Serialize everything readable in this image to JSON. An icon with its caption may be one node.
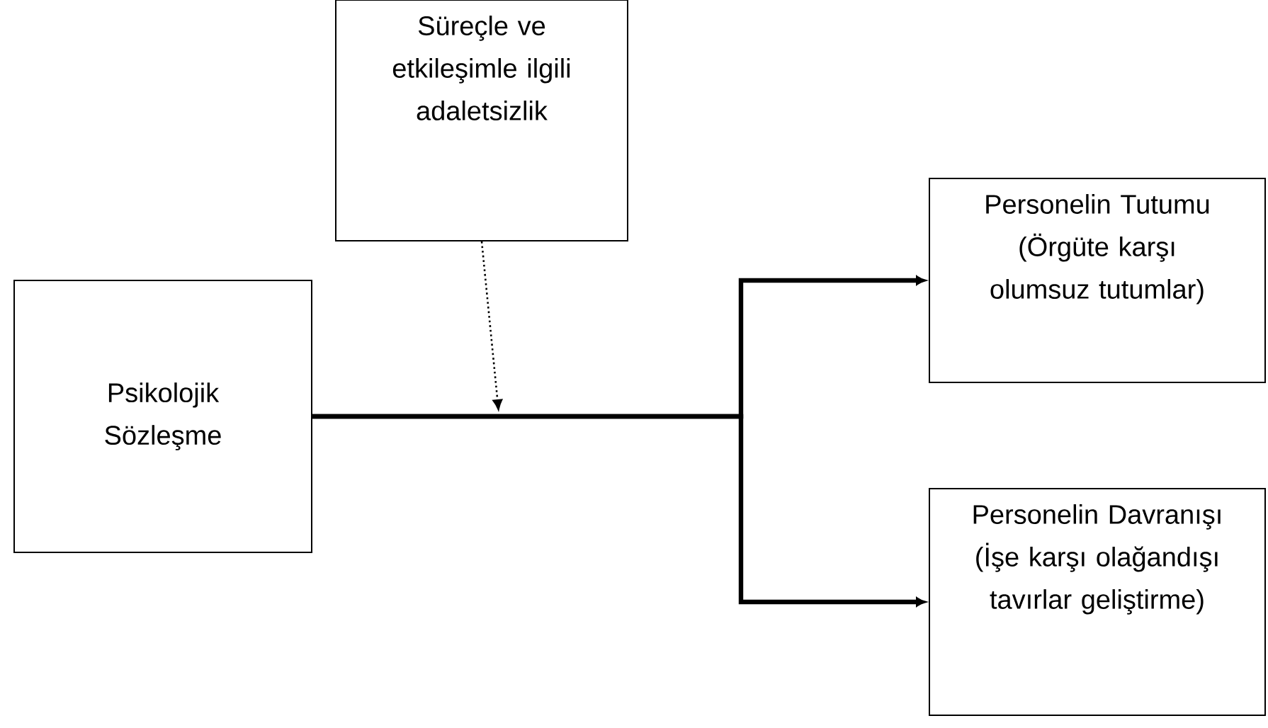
{
  "diagram": {
    "nodes": [
      {
        "text": [
          "Süreçle ve etkileşimle ilgili adaletsizlik"
        ]
      },
      {
        "text": [
          "Psikolojik Sözleşme"
        ]
      },
      {
        "text": [
          "Personelin Tutumu (Örgüte karşı olumsuz tutumlar)"
        ]
      },
      {
        "text": [
          "Personelin Davranışı (İşe karşı olağandışı tavırlar geliştirme)"
        ]
      }
    ],
    "edges": [
      {
        "from": 1,
        "to": 2,
        "arrow": "to"
      },
      {
        "from": 1,
        "to": 3,
        "arrow": "to"
      },
      {
        "from": 0,
        "to": null,
        "arrow": "to",
        "style": "dashed"
      }
    ]
  }
}
